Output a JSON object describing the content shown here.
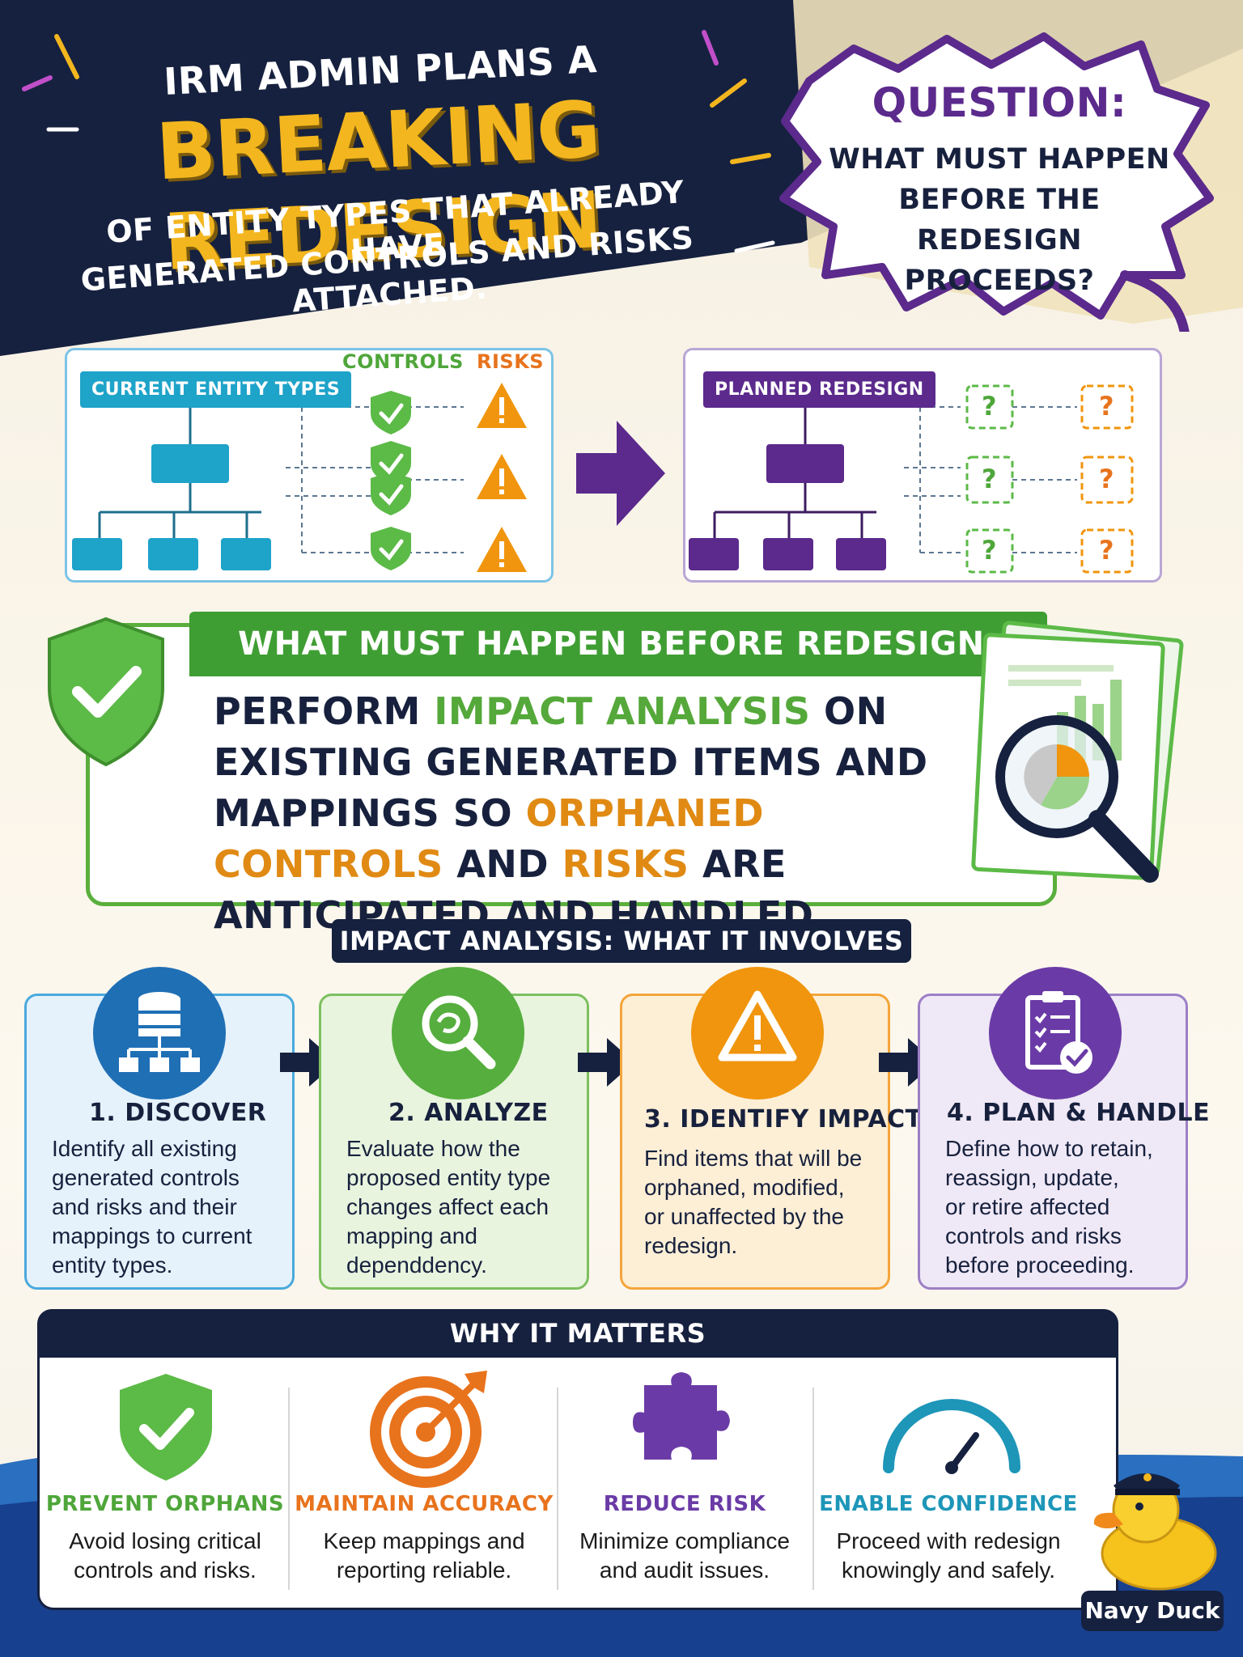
{
  "header": {
    "line1": "IRM ADMIN PLANS A",
    "line2": "BREAKING REDESIGN",
    "line3": "OF ENTITY TYPES THAT ALREADY HAVE",
    "line4": "GENERATED CONTROLS AND RISKS ATTACHED."
  },
  "question": {
    "title": "QUESTION:",
    "lines": [
      "WHAT MUST HAPPEN",
      "BEFORE THE REDESIGN",
      "PROCEEDS?"
    ]
  },
  "diagram": {
    "current_label": "CURRENT ENTITY TYPES",
    "controls_label": "CONTROLS",
    "risks_label": "RISKS",
    "planned_label": "PLANNED REDESIGN",
    "unknown_mark": "?"
  },
  "must": {
    "header": "WHAT MUST HAPPEN BEFORE REDESIGN:",
    "body_1": "PERFORM ",
    "body_2": "IMPACT ANALYSIS",
    "body_3": " ON EXISTING GENERATED ITEMS AND MAPPINGS SO ",
    "body_4": "ORPHANED CONTROLS",
    "body_5": " AND ",
    "body_6": "RISKS",
    "body_7": " ARE ANTICIPATED AND HANDLED."
  },
  "impact_header": "IMPACT ANALYSIS: WHAT IT INVOLVES",
  "steps": [
    {
      "title": "1. DISCOVER",
      "icon": "database-hierarchy-icon",
      "lines": [
        "Identify all existing",
        "generated controls",
        "and risks and their",
        "mappings to current",
        "entity types."
      ]
    },
    {
      "title": "2. ANALYZE",
      "icon": "magnifier-icon",
      "lines": [
        "Evaluate how the",
        "proposed entity type",
        "changes affect each",
        "mapping and",
        "dependdency."
      ]
    },
    {
      "title": "3. IDENTIFY IMPACT",
      "icon": "warning-icon",
      "lines": [
        "Find items that will be",
        "orphaned, modified,",
        "or unaffected by the",
        "redesign."
      ]
    },
    {
      "title": "4. PLAN & HANDLE",
      "icon": "clipboard-check-icon",
      "lines": [
        "Define how to retain,",
        "reassign, update,",
        "or retire affected",
        "controls and risks",
        "before proceeding."
      ]
    }
  ],
  "why": {
    "header": "WHY IT MATTERS",
    "items": [
      {
        "title": "PREVENT ORPHANS",
        "color": "#4fa63a",
        "icon": "shield-check-icon",
        "lines": [
          "Avoid losing critical",
          "controls and risks."
        ]
      },
      {
        "title": "MAINTAIN ACCURACY",
        "color": "#e8731d",
        "icon": "target-icon",
        "lines": [
          "Keep mappings and",
          "reporting reliable."
        ]
      },
      {
        "title": "REDUCE RISK",
        "color": "#6a3ba6",
        "icon": "puzzle-icon",
        "lines": [
          "Minimize compliance",
          "and audit issues."
        ]
      },
      {
        "title": "ENABLE CONFIDENCE",
        "color": "#1d96b8",
        "icon": "gauge-icon",
        "lines": [
          "Proceed with redesign",
          "knowingly and safely."
        ]
      }
    ]
  },
  "brand": "Navy Duck",
  "colors": {
    "navy": "#16213f",
    "gold": "#f3b61e",
    "purple": "#5b2a8c",
    "green": "#4fa63a",
    "orange": "#e8731d",
    "teal": "#1d96b8"
  }
}
